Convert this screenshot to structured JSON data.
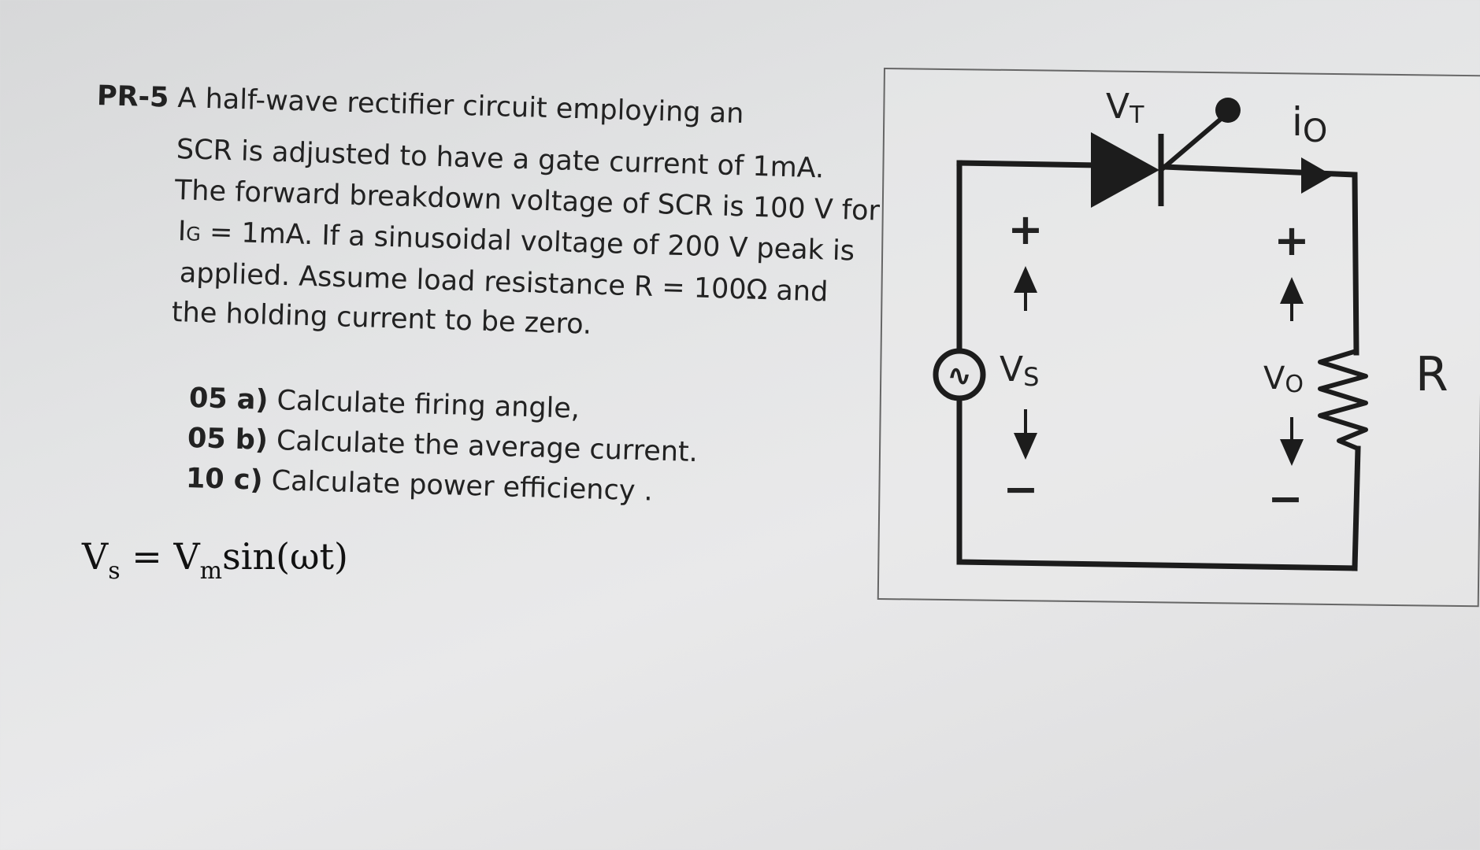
{
  "problem": {
    "id": "PR-5",
    "lines": [
      "A half-wave rectifier circuit employing an",
      "SCR is adjusted to have a gate current of 1mA.",
      "The forward breakdown voltage of SCR is 100 V for",
      "= 1mA. If a sinusoidal voltage of 200 V peak is",
      "applied. Assume load resistance R = 100Ω and",
      "the holding current to be zero."
    ],
    "ig_symbol": "I",
    "ig_subscript": "G"
  },
  "questions": [
    {
      "marks": "05 a)",
      "text": "Calculate firing angle,"
    },
    {
      "marks": "05 b)",
      "text": "Calculate the average current."
    },
    {
      "marks": "10 c)",
      "text": "Calculate power efficiency ."
    }
  ],
  "formula": {
    "lhs": "V",
    "lhs_sub": "s",
    "eq": " = ",
    "rhs": "V",
    "rhs_sub": "m",
    "rhs_rest": "sin(ωt)"
  },
  "circuit": {
    "scr_label": "V",
    "scr_label_sub": "T",
    "current_label": "i",
    "current_label_sub": "O",
    "source_label": "V",
    "source_label_sub": "S",
    "output_label": "V",
    "output_label_sub": "O",
    "resistor_label": "R",
    "plus_sign": "+",
    "minus_sign": "−",
    "source_symbol": "∿"
  }
}
